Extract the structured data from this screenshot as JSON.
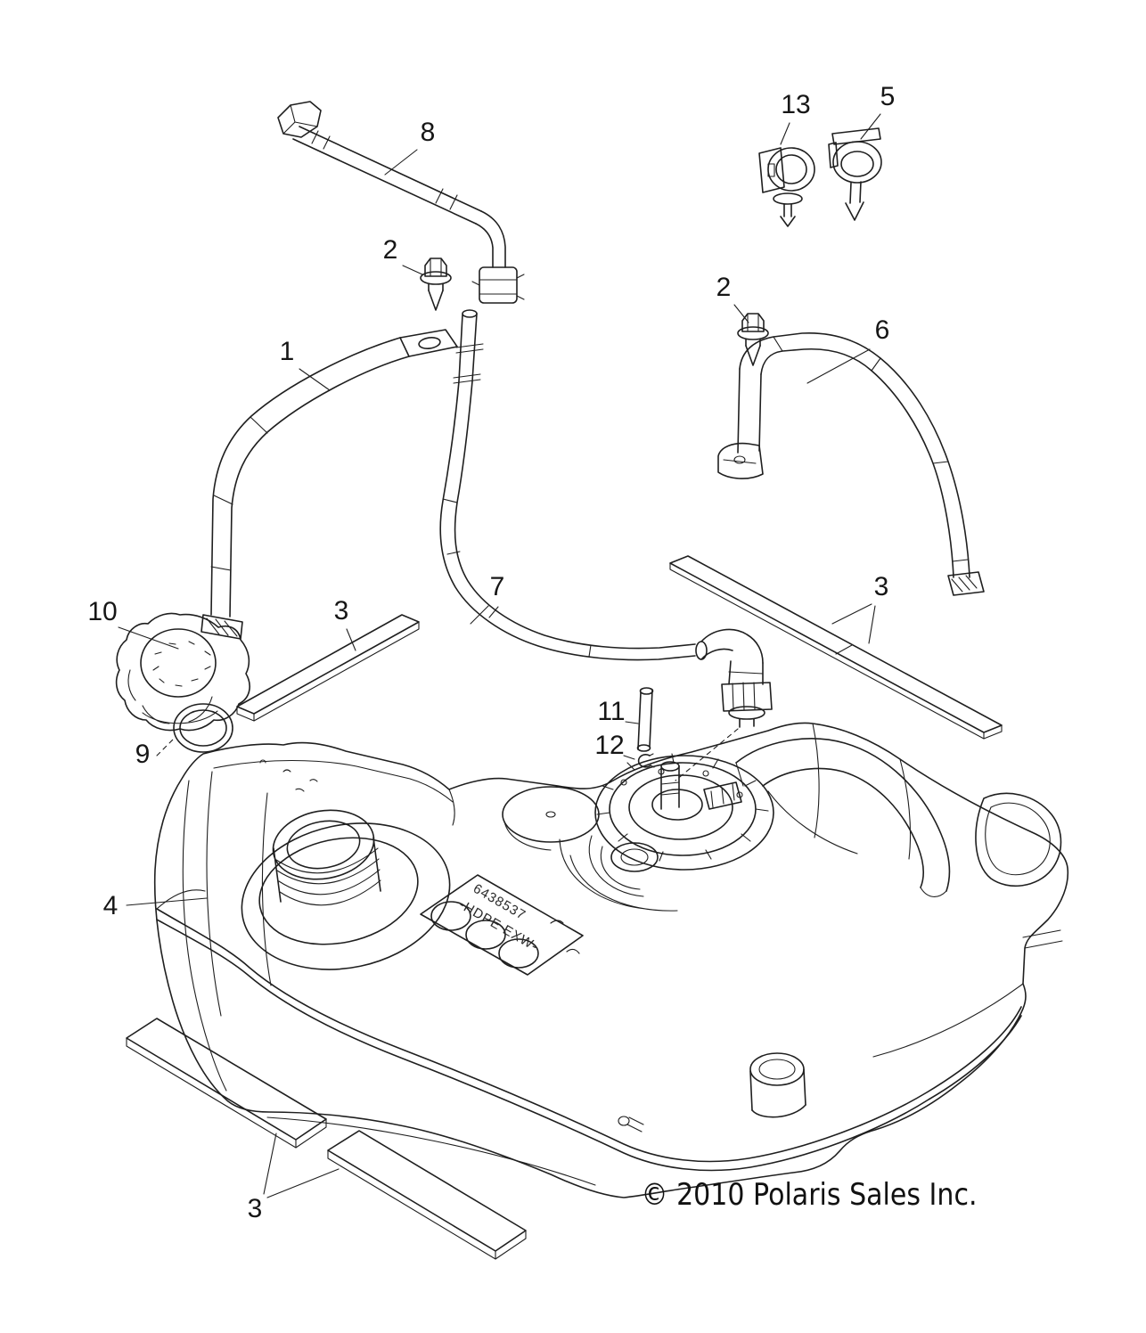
{
  "diagram": {
    "background": "#ffffff",
    "line_color": "#1f1f1f",
    "copyright": "© 2010 Polaris Sales Inc.",
    "tank_marking": {
      "line1": "6438537",
      "line2": "-HDPE EXW-"
    },
    "callouts": {
      "n1": {
        "label": "1"
      },
      "n2a": {
        "label": "2"
      },
      "n2b": {
        "label": "2"
      },
      "n3a": {
        "label": "3"
      },
      "n3b": {
        "label": "3"
      },
      "n3c": {
        "label": "3"
      },
      "n4": {
        "label": "4"
      },
      "n5": {
        "label": "5"
      },
      "n6": {
        "label": "6"
      },
      "n7": {
        "label": "7"
      },
      "n8": {
        "label": "8"
      },
      "n9": {
        "label": "9"
      },
      "n10": {
        "label": "10"
      },
      "n11": {
        "label": "11"
      },
      "n12": {
        "label": "12"
      },
      "n13": {
        "label": "13"
      }
    }
  }
}
